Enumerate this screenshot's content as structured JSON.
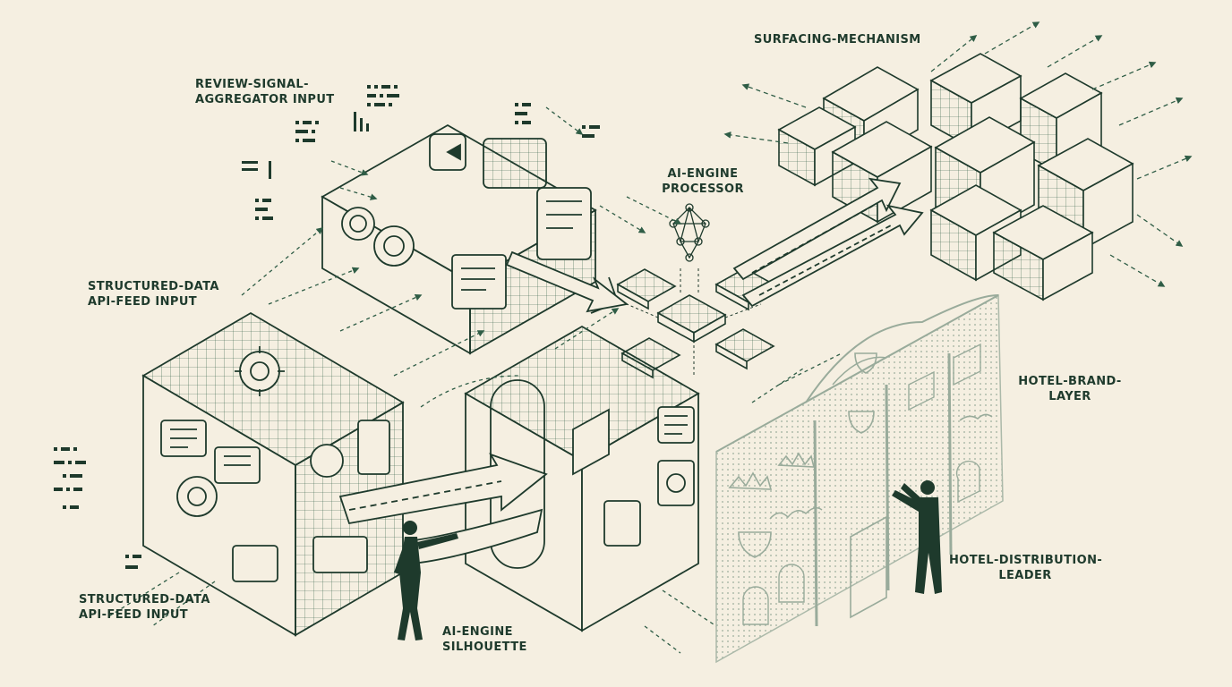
{
  "labels": {
    "surfacing": {
      "line1": "SURFACING-MECHANISM"
    },
    "review": {
      "line1": "REVIEW-SIGNAL-",
      "line2": "AGGREGATOR INPUT"
    },
    "processor": {
      "line1": "AI-ENGINE",
      "line2": "PROCESSOR"
    },
    "structured_top": {
      "line1": "STRUCTURED-DATA",
      "line2": "API-FEED INPUT"
    },
    "structured_bottom": {
      "line1": "STRUCTURED-DATA",
      "line2": "API-FEED INPUT"
    },
    "hotel_brand": {
      "line1": "HOTEL-BRAND-",
      "line2": "LAYER"
    },
    "distribution_leader": {
      "line1": "HOTEL-DISTRIBUTION-",
      "line2": "LEADER"
    },
    "silhouette": {
      "line1": "AI-ENGINE",
      "line2": "SILHOUETTE"
    }
  },
  "colors": {
    "background": "#f5efe1",
    "ink": "#1e3a2c",
    "accent": "#2f5d46",
    "faint": "#a9b7a8"
  }
}
